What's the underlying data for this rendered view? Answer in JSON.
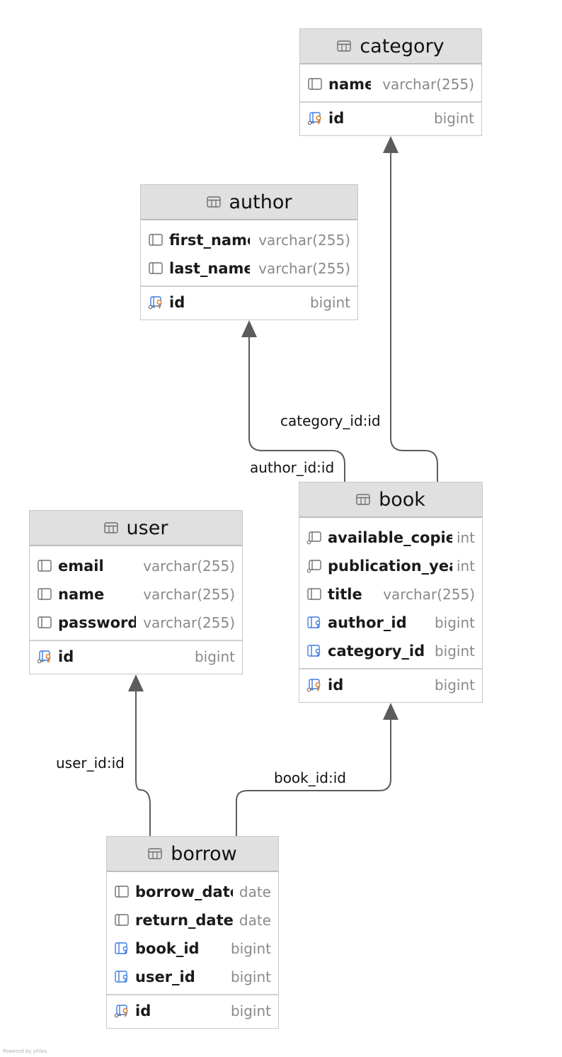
{
  "tables": {
    "category": {
      "name": "category",
      "columns": [
        {
          "name": "name",
          "type": "varchar(255)",
          "icon": "column-icon"
        }
      ],
      "pk": {
        "name": "id",
        "type": "bigint",
        "icon": "primary-key-icon"
      }
    },
    "author": {
      "name": "author",
      "columns": [
        {
          "name": "first_name",
          "type": "varchar(255)",
          "icon": "column-icon"
        },
        {
          "name": "last_name",
          "type": "varchar(255)",
          "icon": "column-icon"
        }
      ],
      "pk": {
        "name": "id",
        "type": "bigint",
        "icon": "primary-key-icon"
      }
    },
    "user": {
      "name": "user",
      "columns": [
        {
          "name": "email",
          "type": "varchar(255)",
          "icon": "column-icon"
        },
        {
          "name": "name",
          "type": "varchar(255)",
          "icon": "column-icon"
        },
        {
          "name": "password",
          "type": "varchar(255)",
          "icon": "column-icon"
        }
      ],
      "pk": {
        "name": "id",
        "type": "bigint",
        "icon": "primary-key-icon"
      }
    },
    "book": {
      "name": "book",
      "columns": [
        {
          "name": "available_copies",
          "type": "int",
          "icon": "not-null-column-icon"
        },
        {
          "name": "publication_year",
          "type": "int",
          "icon": "not-null-column-icon"
        },
        {
          "name": "title",
          "type": "varchar(255)",
          "icon": "column-icon"
        },
        {
          "name": "author_id",
          "type": "bigint",
          "icon": "foreign-key-icon"
        },
        {
          "name": "category_id",
          "type": "bigint",
          "icon": "foreign-key-icon"
        }
      ],
      "pk": {
        "name": "id",
        "type": "bigint",
        "icon": "primary-key-icon"
      }
    },
    "borrow": {
      "name": "borrow",
      "columns": [
        {
          "name": "borrow_date",
          "type": "date",
          "icon": "column-icon"
        },
        {
          "name": "return_date",
          "type": "date",
          "icon": "column-icon"
        },
        {
          "name": "book_id",
          "type": "bigint",
          "icon": "foreign-key-icon"
        },
        {
          "name": "user_id",
          "type": "bigint",
          "icon": "foreign-key-icon"
        }
      ],
      "pk": {
        "name": "id",
        "type": "bigint",
        "icon": "primary-key-icon"
      }
    }
  },
  "relations": [
    {
      "from": "book",
      "to": "category",
      "label": "category_id:id"
    },
    {
      "from": "book",
      "to": "author",
      "label": "author_id:id"
    },
    {
      "from": "borrow",
      "to": "user",
      "label": "user_id:id"
    },
    {
      "from": "borrow",
      "to": "book",
      "label": "book_id:id"
    }
  ],
  "footer": "Powered by yFiles"
}
